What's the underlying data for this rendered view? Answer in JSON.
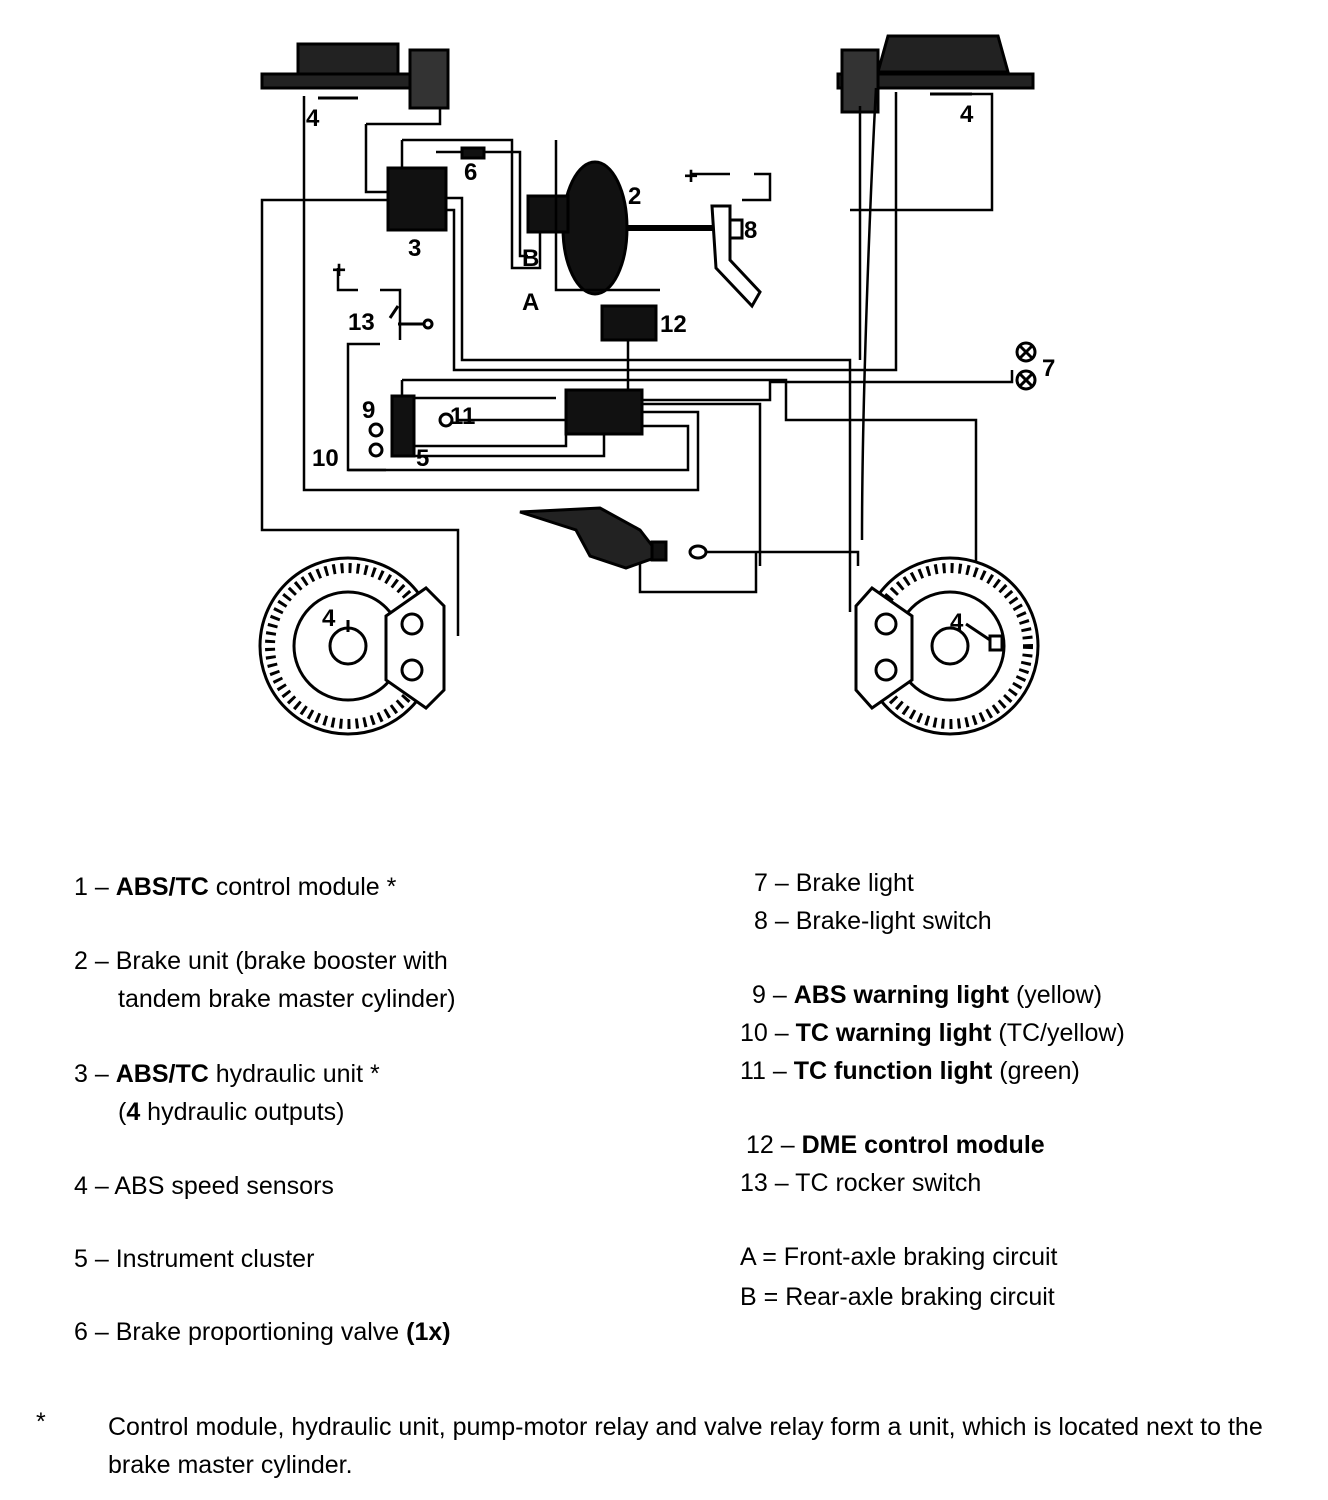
{
  "diagram": {
    "callouts": {
      "sensor_fl": "4",
      "sensor_fr": "4",
      "valve": "6",
      "booster": "2",
      "hydraulic_unit": "3",
      "circuit_b": "B",
      "circuit_a": "A",
      "switch_light": "8",
      "rocker": "13",
      "dme": "12",
      "brake_light": "7",
      "abs_light": "9",
      "tc_light": "10",
      "tc_function": "11",
      "cluster": "5",
      "sensor_rl": "4",
      "sensor_rr": "4",
      "plus_a": "+",
      "plus_b": "+"
    }
  },
  "legend": {
    "items": [
      {
        "num": "1 –",
        "bold": "ABS/TC",
        "text": " control module *"
      },
      {
        "num": "2 –",
        "text": "Brake unit (brake booster with",
        "cont": "tandem brake master cylinder)"
      },
      {
        "num": "3 –",
        "bold": "ABS/TC",
        "text": " hydraulic unit *",
        "cont_bold": "4",
        "cont": " hydraulic outputs)",
        "cont_prefix": "("
      },
      {
        "num": "4 –",
        "text": "ABS speed sensors"
      },
      {
        "num": "5 –",
        "text": "Instrument cluster"
      },
      {
        "num": "6 –",
        "text": "Brake proportioning valve ",
        "bold_after": "(1x)"
      },
      {
        "num": "7 –",
        "text": "Brake light"
      },
      {
        "num": "8 –",
        "text": "Brake-light switch"
      },
      {
        "num": "9 –",
        "bold": "ABS warning light",
        "text": " (yellow)"
      },
      {
        "num": "10 –",
        "bold": "TC warning light",
        "text": " (TC/yellow)"
      },
      {
        "num": "11 –",
        "bold": "TC function light",
        "text": " (green)"
      },
      {
        "num": "12 –",
        "bold": "DME control module",
        "text": ""
      },
      {
        "num": "13 –",
        "text": "TC rocker switch"
      },
      {
        "num": "A =",
        "text": "Front-axle braking circuit"
      },
      {
        "num": "B =",
        "text": "Rear-axle braking circuit"
      }
    ]
  },
  "footnote": {
    "mark": "*",
    "text": "Control module, hydraulic unit, pump-motor relay and valve relay form a unit, which is located next to the brake master cylinder."
  }
}
